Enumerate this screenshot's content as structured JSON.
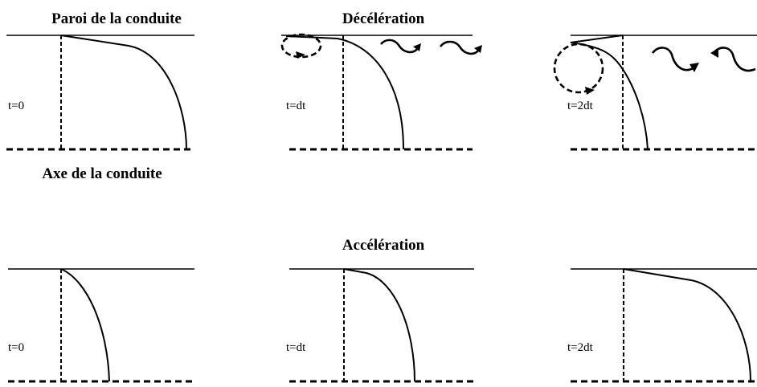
{
  "labels": {
    "wall": "Paroi de la conduite",
    "axis": "Axe de la conduite",
    "deceleration": "Décélération",
    "acceleration": "Accélération"
  },
  "time_labels": {
    "t0": "t=0",
    "t1": "t=dt",
    "t2": "t=2dt"
  }
}
